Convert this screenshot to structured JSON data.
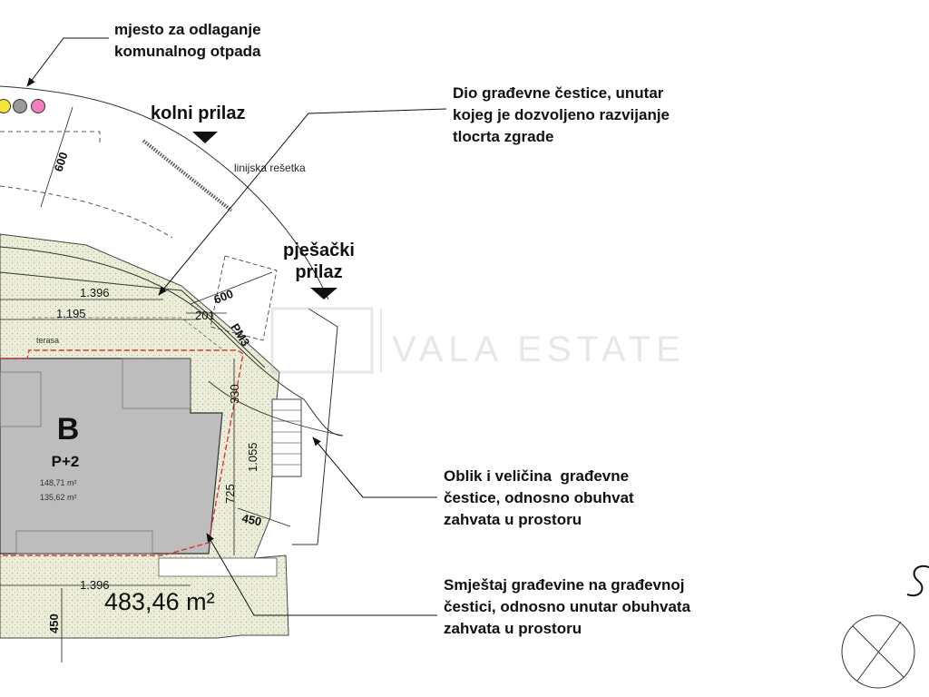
{
  "annotations": {
    "waste": "mjesto za odlaganje\nkomunalnog otpada",
    "building_part": "Dio građevne čestice, unutar\nkojeg je dozvoljeno razvijanje\ntlocrta zgrade",
    "parcel_shape": "Oblik i veličina  građevne\nčestice, odnosno obuhvat\nzahvata u prostoru",
    "placement": "Smještaj građevine na građevnoj\nčestici, odnosno unutar obuhvata\nzahvata u prostoru"
  },
  "access": {
    "vehicle": "kolni prilaz",
    "pedestrian": "pješački\nprilaz",
    "grate": "linijska rešetka"
  },
  "building": {
    "label": "B",
    "floors": "P+2",
    "area1": "148,71 m²",
    "area2": "135,62 m²",
    "terrace": "terasa"
  },
  "parcel_area": "483,46 m²",
  "parking": "PM3",
  "dimensions": {
    "d600_top": "600",
    "d600_mid": "600",
    "d1396_top": "1.396",
    "d1195": "1.195",
    "d201": "201",
    "d330": "330",
    "d1055": "1.055",
    "d725": "725",
    "d450_right": "450",
    "d1396_bottom": "1.396",
    "d450_bottom": "450"
  },
  "watermark": "VALA ESTATE",
  "colors": {
    "parcel_fill": "#ecedd8",
    "building_fill": "#bdbdbd",
    "boundary_red": "#d23a3a",
    "bin_yellow": "#f2e63a",
    "bin_grey": "#9a9a9a",
    "bin_pink": "#f07fc0"
  }
}
